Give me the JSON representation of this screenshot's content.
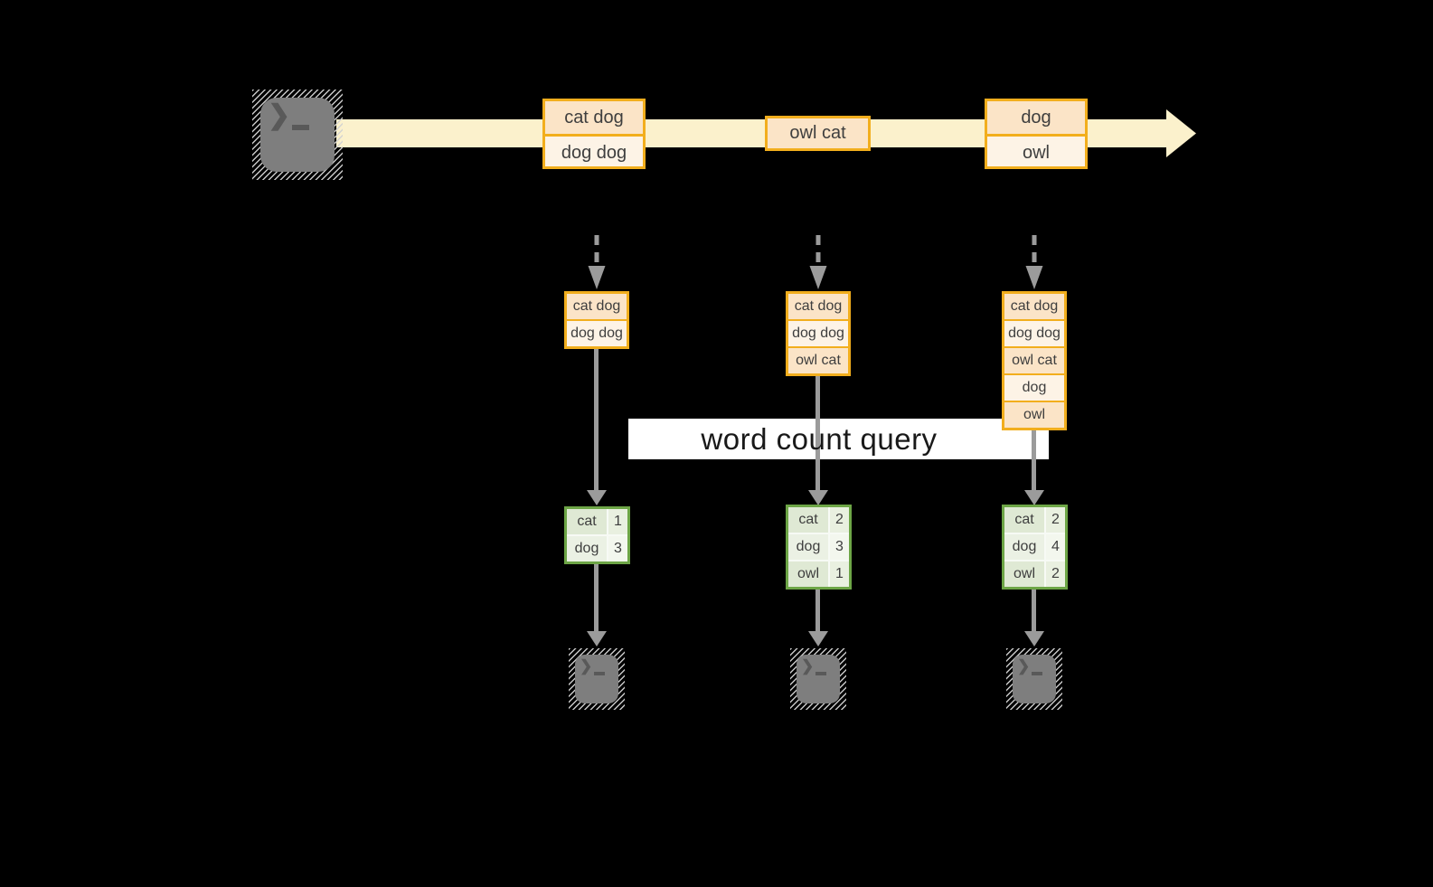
{
  "banner": {
    "label": "word count query"
  },
  "stream": {
    "source_icon": "terminal-icon",
    "batches": [
      {
        "lines": [
          "cat dog",
          "dog dog"
        ]
      },
      {
        "lines": [
          "owl cat"
        ]
      },
      {
        "lines": [
          "dog",
          "owl"
        ]
      }
    ]
  },
  "columns": [
    {
      "batch_lines": [
        "cat dog",
        "dog dog"
      ],
      "counts": [
        {
          "word": "cat",
          "count": "1"
        },
        {
          "word": "dog",
          "count": "3"
        }
      ],
      "output_icon": "terminal-icon"
    },
    {
      "batch_lines": [
        "cat dog",
        "dog dog",
        "owl cat"
      ],
      "counts": [
        {
          "word": "cat",
          "count": "2"
        },
        {
          "word": "dog",
          "count": "3"
        },
        {
          "word": "owl",
          "count": "1"
        }
      ],
      "output_icon": "terminal-icon"
    },
    {
      "batch_lines": [
        "cat dog",
        "dog dog",
        "owl cat",
        "dog",
        "owl"
      ],
      "counts": [
        {
          "word": "cat",
          "count": "2"
        },
        {
          "word": "dog",
          "count": "4"
        },
        {
          "word": "owl",
          "count": "2"
        }
      ],
      "output_icon": "terminal-icon"
    }
  ],
  "colors": {
    "background": "#000000",
    "stream_band": "#fbf1cc",
    "batch_border": "#f2ae1d",
    "batch_fill_dark": "#fbe4c7",
    "batch_fill_light": "#fdf3e6",
    "table_border": "#6da546",
    "table_fill_dark": "#dfe9d4",
    "table_fill_light": "#ebf1e4",
    "arrow_gray": "#9b9b9b",
    "terminal_gray": "#7e7e7e",
    "banner_bg": "#ffffff",
    "text": "#3e3e3e"
  }
}
